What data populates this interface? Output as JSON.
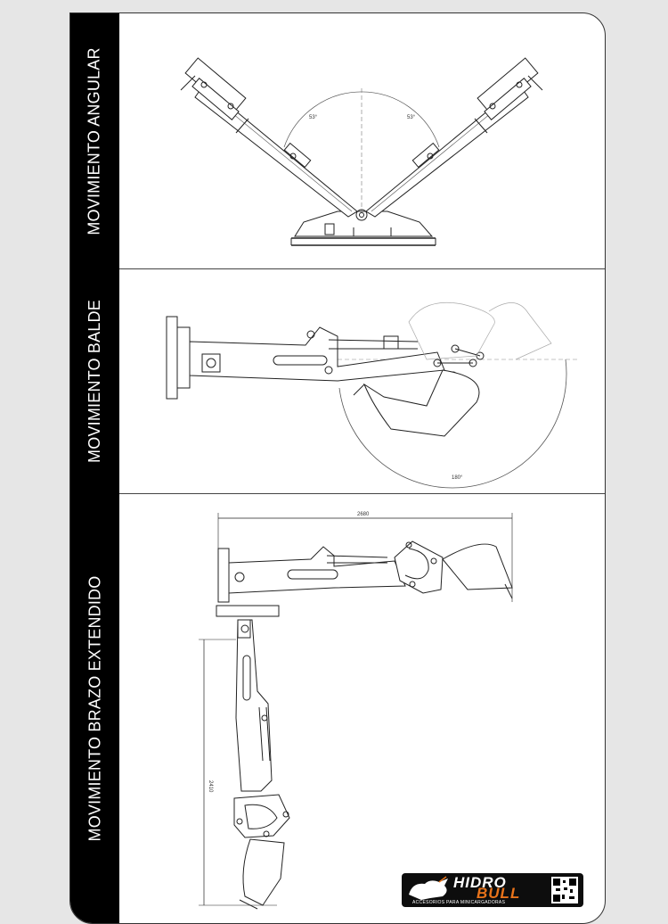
{
  "sections": [
    {
      "label": "MOVIMIENTO ANGULAR",
      "angle_left": "53°",
      "angle_right": "53°"
    },
    {
      "label": "MOVIMIENTO BALDE",
      "angle": "180°"
    },
    {
      "label": "MOVIMIENTO BRAZO EXTENDIDO",
      "dim_horizontal": "2680",
      "dim_vertical": "2410"
    }
  ],
  "logo": {
    "brand_line1": "HIDRO",
    "brand_line2": "BULL",
    "tagline": "ACCESORIOS PARA MINICARGADORAS",
    "icon": "bull-icon",
    "qr": "qr-code-icon",
    "colors": {
      "accent": "#e8731a",
      "background": "#0d0d0d",
      "text": "#ffffff"
    }
  }
}
